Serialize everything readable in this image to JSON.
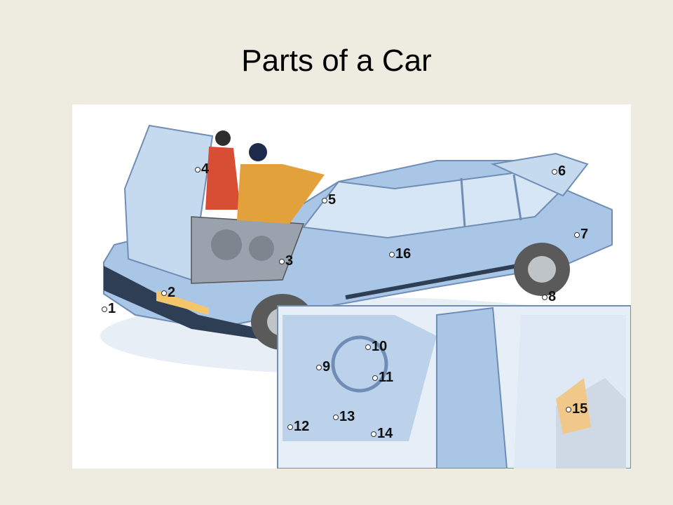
{
  "slide": {
    "title": "Parts of a Car"
  },
  "illustration": {
    "callouts": [
      "1",
      "2",
      "3",
      "4",
      "5",
      "6",
      "7",
      "8",
      "9",
      "10",
      "11",
      "12",
      "13",
      "14",
      "15",
      "16"
    ]
  },
  "colors": {
    "background": "#eeece1",
    "car_body": "#a9c6e6",
    "car_shadow": "#7e9fc6",
    "tire": "#5a5a5a",
    "jacket": "#e3a13b"
  }
}
